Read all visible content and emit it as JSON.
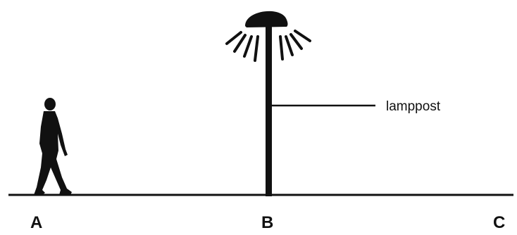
{
  "diagram": {
    "callout": "lamppost",
    "points": {
      "a": "A",
      "b": "B",
      "c": "C"
    }
  },
  "colors": {
    "ink": "#111111",
    "background": "#ffffff"
  }
}
